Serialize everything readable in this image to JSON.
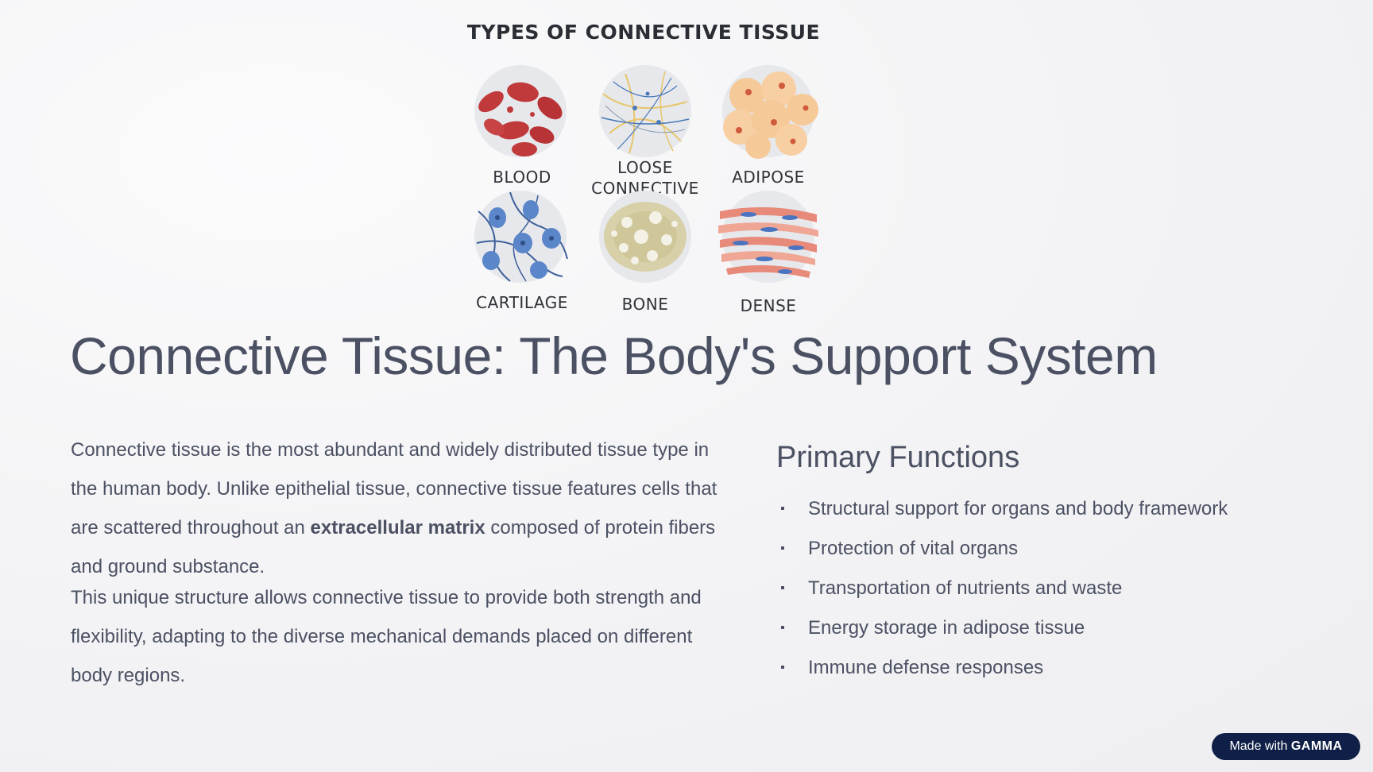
{
  "infographic": {
    "title": "TYPES OF CONNECTIVE TISSUE",
    "tissues": [
      {
        "label_line1": "BLOOD",
        "label_line2": ""
      },
      {
        "label_line1": "LOOSE",
        "label_line2": "CONNECTIVE"
      },
      {
        "label_line1": "ADIPOSE",
        "label_line2": ""
      },
      {
        "label_line1": "CARTILAGE",
        "label_line2": ""
      },
      {
        "label_line1": "BONE",
        "label_line2": ""
      },
      {
        "label_line1": "DENSE",
        "label_line2": ""
      }
    ],
    "colors": {
      "blood": "#c0393b",
      "loose_fiber_yellow": "#e8c56a",
      "loose_fiber_blue": "#4a78b8",
      "adipose": "#f5c998",
      "adipose_nucleus": "#d05a3c",
      "cartilage": "#5b86c9",
      "bone": "#d8d0a8",
      "dense_pink": "#e88a7a",
      "dense_nucleus": "#4a74c0",
      "circle_bg": "#e6e8ec"
    }
  },
  "title": "Connective Tissue: The Body's Support System",
  "body": {
    "p1_text": "Connective tissue is the most abundant and widely distributed tissue type in the human body. Unlike epithelial tissue, connective tissue features cells that are scattered throughout an ",
    "p1_bold": "extracellular matrix",
    "p1_end": " composed of protein fibers and ground substance.",
    "p2": "This unique structure allows connective tissue to provide both strength and flexibility, adapting to the diverse mechanical demands placed on different body regions."
  },
  "functions": {
    "heading": "Primary Functions",
    "items": [
      "Structural support for organs and body framework",
      "Protection of vital organs",
      "Transportation of nutrients and waste",
      "Energy storage in adipose tissue",
      "Immune defense responses"
    ]
  },
  "badge": {
    "prefix": "Made with ",
    "brand": "GAMMA",
    "color": "#0f1f47"
  },
  "text_color": "#4b5163"
}
